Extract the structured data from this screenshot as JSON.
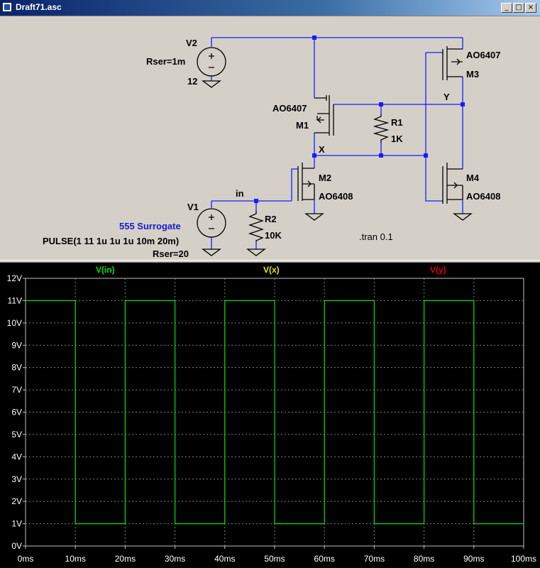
{
  "window": {
    "title": "Draft71.asc",
    "minimize_label": "_",
    "maximize_label": "□",
    "close_label": "×"
  },
  "schematic": {
    "labels": {
      "v2_name": "V2",
      "v2_rser": "Rser=1m",
      "v2_value": "12",
      "m1_model": "AO6407",
      "m1_name": "M1",
      "m3_model": "AO6407",
      "m3_name": "M3",
      "net_y": "Y",
      "net_x": "X",
      "net_in": "in",
      "r1_name": "R1",
      "r1_value": "1K",
      "m2_name": "M2",
      "m2_model": "AO6408",
      "m4_name": "M4",
      "m4_model": "AO6408",
      "v1_name": "V1",
      "v1_comment": "555 Surrogate",
      "v1_value": "PULSE(1 11 1u 1u 1u 10m 20m)",
      "v1_rser": "Rser=20",
      "r2_name": "R2",
      "r2_value": "10K",
      "directive": ".tran 0.1"
    }
  },
  "plot": {
    "traces": [
      {
        "name": "V(in)",
        "color": "#00e000"
      },
      {
        "name": "V(x)",
        "color": "#e8e800"
      },
      {
        "name": "V(y)",
        "color": "#e00000"
      }
    ]
  },
  "chart_data": {
    "type": "line",
    "xlabel": "",
    "ylabel": "",
    "xlim": [
      0,
      100
    ],
    "ylim": [
      0,
      12
    ],
    "x_unit": "ms",
    "y_unit": "V",
    "grid": true,
    "yticks": [
      "0V",
      "1V",
      "2V",
      "3V",
      "4V",
      "5V",
      "6V",
      "7V",
      "8V",
      "9V",
      "10V",
      "11V",
      "12V"
    ],
    "xticks": [
      "0ms",
      "10ms",
      "20ms",
      "30ms",
      "40ms",
      "50ms",
      "60ms",
      "70ms",
      "80ms",
      "90ms",
      "100ms"
    ],
    "series": [
      {
        "name": "V(in)",
        "x": [
          0,
          10,
          10,
          20,
          20,
          30,
          30,
          40,
          40,
          50,
          50,
          60,
          60,
          70,
          70,
          80,
          80,
          90,
          90,
          100
        ],
        "y": [
          11,
          11,
          1,
          1,
          11,
          11,
          1,
          1,
          11,
          11,
          1,
          1,
          11,
          11,
          1,
          1,
          11,
          11,
          1,
          1
        ]
      }
    ]
  }
}
